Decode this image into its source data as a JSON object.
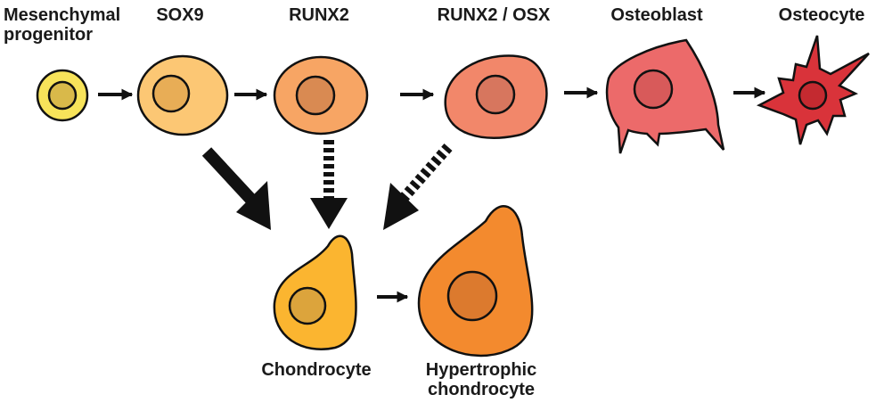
{
  "labels": {
    "mesenchymal_line1": "Mesenchymal",
    "mesenchymal_line2": "progenitor",
    "sox9": "SOX9",
    "runx2": "RUNX2",
    "runx2_osx": "RUNX2 / OSX",
    "osteoblast": "Osteoblast",
    "osteocyte": "Osteocyte",
    "chondrocyte": "Chondrocyte",
    "hypertrophic_line1": "Hypertrophic",
    "hypertrophic_line2": "chondrocyte"
  },
  "colors": {
    "progenitor": "#f7e35a",
    "progenitor_nucleus": "#d9b94a",
    "sox9": "#fcc774",
    "sox9_nucleus": "#e8ad56",
    "runx2": "#f7a564",
    "runx2_nucleus": "#d98a52",
    "runx2_osx": "#f2876a",
    "runx2_osx_nucleus": "#d7765e",
    "osteoblast": "#ec6a6a",
    "osteoblast_nucleus": "#d85a5a",
    "osteocyte": "#d9333a",
    "osteocyte_nucleus": "#c42a30",
    "chondrocyte": "#fbb530",
    "chondrocyte_nucleus": "#dca43c",
    "hypertrophic": "#f38a2e",
    "hypertrophic_nucleus": "#dc7a2e",
    "outline": "#111111"
  }
}
